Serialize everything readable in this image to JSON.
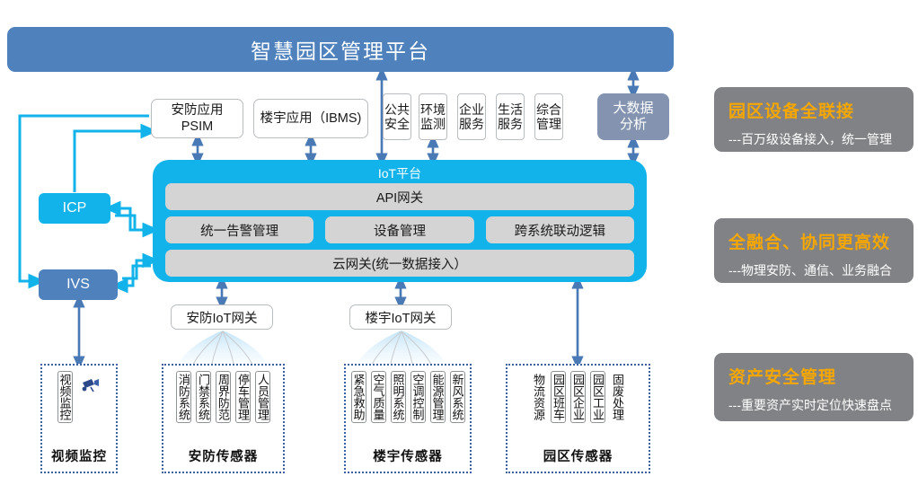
{
  "platform": {
    "title": "智慧园区管理平台",
    "color": "#4f81bd"
  },
  "applications": {
    "psim": "安防应用\nPSIM",
    "psim_line1": "安防应用",
    "psim_line2": "PSIM",
    "ibms": "楼宇应用（IBMS)",
    "mini_apps": [
      {
        "label": "公共安全"
      },
      {
        "label": "环境监测"
      },
      {
        "label": "企业服务"
      },
      {
        "label": "生活服务"
      },
      {
        "label": "综合管理"
      }
    ],
    "bigdata": "大数据\n分析",
    "bigdata_line1": "大数据",
    "bigdata_line2": "分析"
  },
  "left_nodes": {
    "icp": "ICP",
    "ivs": "IVS",
    "icp_color": "#12b3ea",
    "ivs_color": "#4f81bd"
  },
  "iot_platform": {
    "title": "IoT平台",
    "panel_color": "#12b3ea",
    "api_gateway": "API网关",
    "middle_cells": [
      "统一告警管理",
      "设备管理",
      "跨系统联动逻辑"
    ],
    "cloud_gateway": "云网关(统一数据接入）"
  },
  "gateways": {
    "security": "安防IoT网关",
    "building": "楼宇IoT网关"
  },
  "sensor_groups": [
    {
      "name": "video",
      "label": "视频监控",
      "items": [
        "视频监控"
      ],
      "has_camera_icon": true
    },
    {
      "name": "security",
      "label": "安防传感器",
      "items": [
        "消防系统",
        "门禁系统",
        "周界防范",
        "停车管理",
        "人员管理"
      ],
      "has_camera_icon": false
    },
    {
      "name": "building",
      "label": "楼宇传感器",
      "items": [
        "紧急救助",
        "空气质量",
        "照明系统",
        "空调控制",
        "能源管理",
        "新风系统"
      ],
      "has_camera_icon": false
    },
    {
      "name": "park",
      "label": "园区传感器",
      "items": [
        "物流资源",
        "园区班车",
        "园区企业",
        "园区工业",
        "固废处理"
      ],
      "has_camera_icon": false
    }
  ],
  "feature_cards": [
    {
      "title": "园区设备全联接",
      "subtitle": "---百万级设备接入，统一管理"
    },
    {
      "title": "全融合、协同更高效",
      "subtitle": "---物理安防、通信、业务融合"
    },
    {
      "title": "资产安全管理",
      "subtitle": "---重要资产实时定位快速盘点"
    }
  ],
  "colors": {
    "accent_cyan": "#12b3ea",
    "accent_blue": "#4f81bd",
    "arrow_blue": "#4a7ab5",
    "card_gray": "#808285",
    "card_title_orange": "#f7a700",
    "cell_gray": "#d4d4d4"
  }
}
